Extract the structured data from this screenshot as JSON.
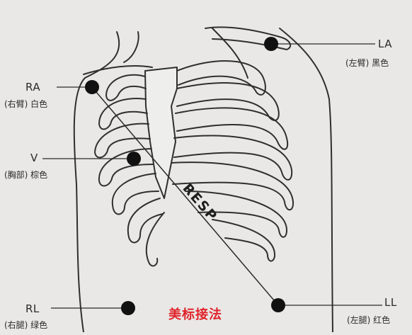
{
  "diagram": {
    "title": "美标接法",
    "center_label": "RESP",
    "electrodes": [
      {
        "id": "RA",
        "code": "RA",
        "desc": "(右臂) 白色"
      },
      {
        "id": "LA",
        "code": "LA",
        "desc": "(左臂) 黑色"
      },
      {
        "id": "V",
        "code": "V",
        "desc": "(胸部) 棕色"
      },
      {
        "id": "RL",
        "code": "RL",
        "desc": "(右腿) 绿色"
      },
      {
        "id": "LL",
        "code": "LL",
        "desc": "(左腿) 红色"
      }
    ]
  }
}
